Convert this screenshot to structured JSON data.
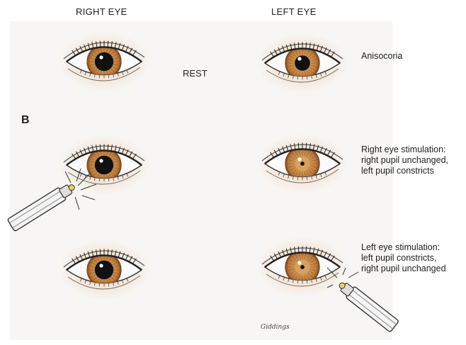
{
  "headers": {
    "right_eye": "RIGHT EYE",
    "left_eye": "LEFT EYE"
  },
  "panel_label": "B",
  "rows": [
    {
      "center_label": "REST",
      "description": [
        "Anisocoria"
      ],
      "right_pupil": 0.55,
      "left_pupil": 0.45,
      "light_on": "none"
    },
    {
      "center_label": "",
      "description": [
        "Right eye stimulation:",
        "right pupil unchanged,",
        "left pupil constricts"
      ],
      "right_pupil": 0.55,
      "left_pupil": 0.12,
      "light_on": "right"
    },
    {
      "center_label": "",
      "description": [
        "Left eye stimulation:",
        "left pupil constricts,",
        "right pupil unchanged"
      ],
      "right_pupil": 0.55,
      "left_pupil": 0.12,
      "light_on": "left"
    }
  ],
  "colors": {
    "iris": "#b8773a",
    "iris_dark": "#7a4519",
    "pupil": "#111111",
    "skin": "#f1c9a6"
  },
  "signature": "Giddings"
}
